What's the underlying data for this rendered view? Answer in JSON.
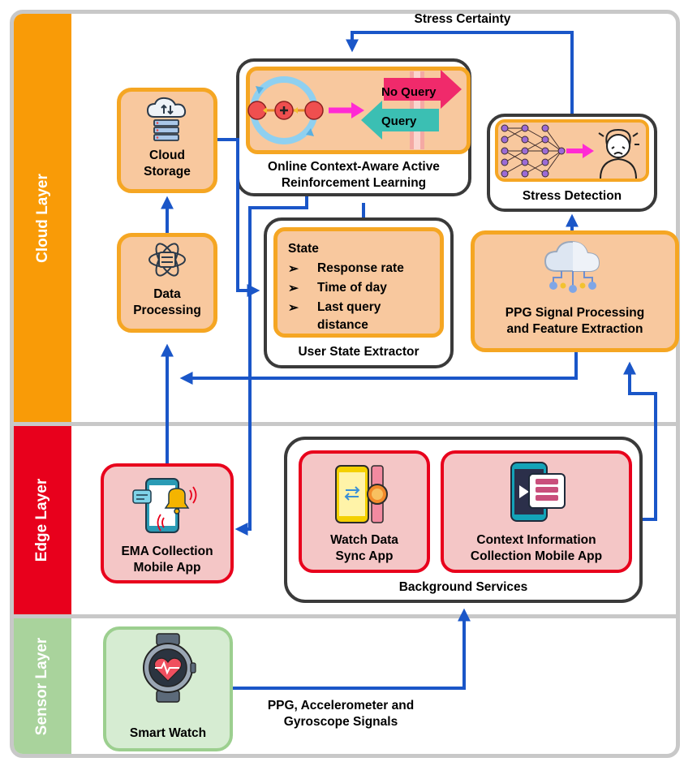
{
  "layers": {
    "cloud": "Cloud Layer",
    "edge": "Edge Layer",
    "sensor": "Sensor Layer"
  },
  "colors": {
    "cloud": "#f99b07",
    "edge": "#e8001c",
    "sensor": "#a9d39c",
    "arrow": "#1a56c8"
  },
  "nodes": {
    "cloud_storage": [
      "Cloud",
      "Storage"
    ],
    "data_processing": [
      "Data",
      "Processing"
    ],
    "rl": [
      "Online Context-Aware Active",
      "Reinforcement Learning"
    ],
    "no_query": "No Query",
    "query": "Query",
    "stress_detection": "Stress Detection",
    "ppg": [
      "PPG Signal Processing",
      "and Feature Extraction"
    ],
    "user_state_extractor": "User State Extractor",
    "ema": [
      "EMA Collection",
      "Mobile App"
    ],
    "watch_sync": [
      "Watch Data",
      "Sync App"
    ],
    "context_app": [
      "Context Information",
      "Collection Mobile App"
    ],
    "background_services": "Background Services",
    "smart_watch": "Smart Watch"
  },
  "state": {
    "title": "State",
    "items": [
      "Response rate",
      "Time of day",
      "Last query",
      "distance"
    ],
    "bullet": "➢"
  },
  "edge_labels": {
    "stress_certainty": "Stress Certainty",
    "signals": [
      "PPG, Accelerometer and",
      "Gyroscope Signals"
    ]
  }
}
